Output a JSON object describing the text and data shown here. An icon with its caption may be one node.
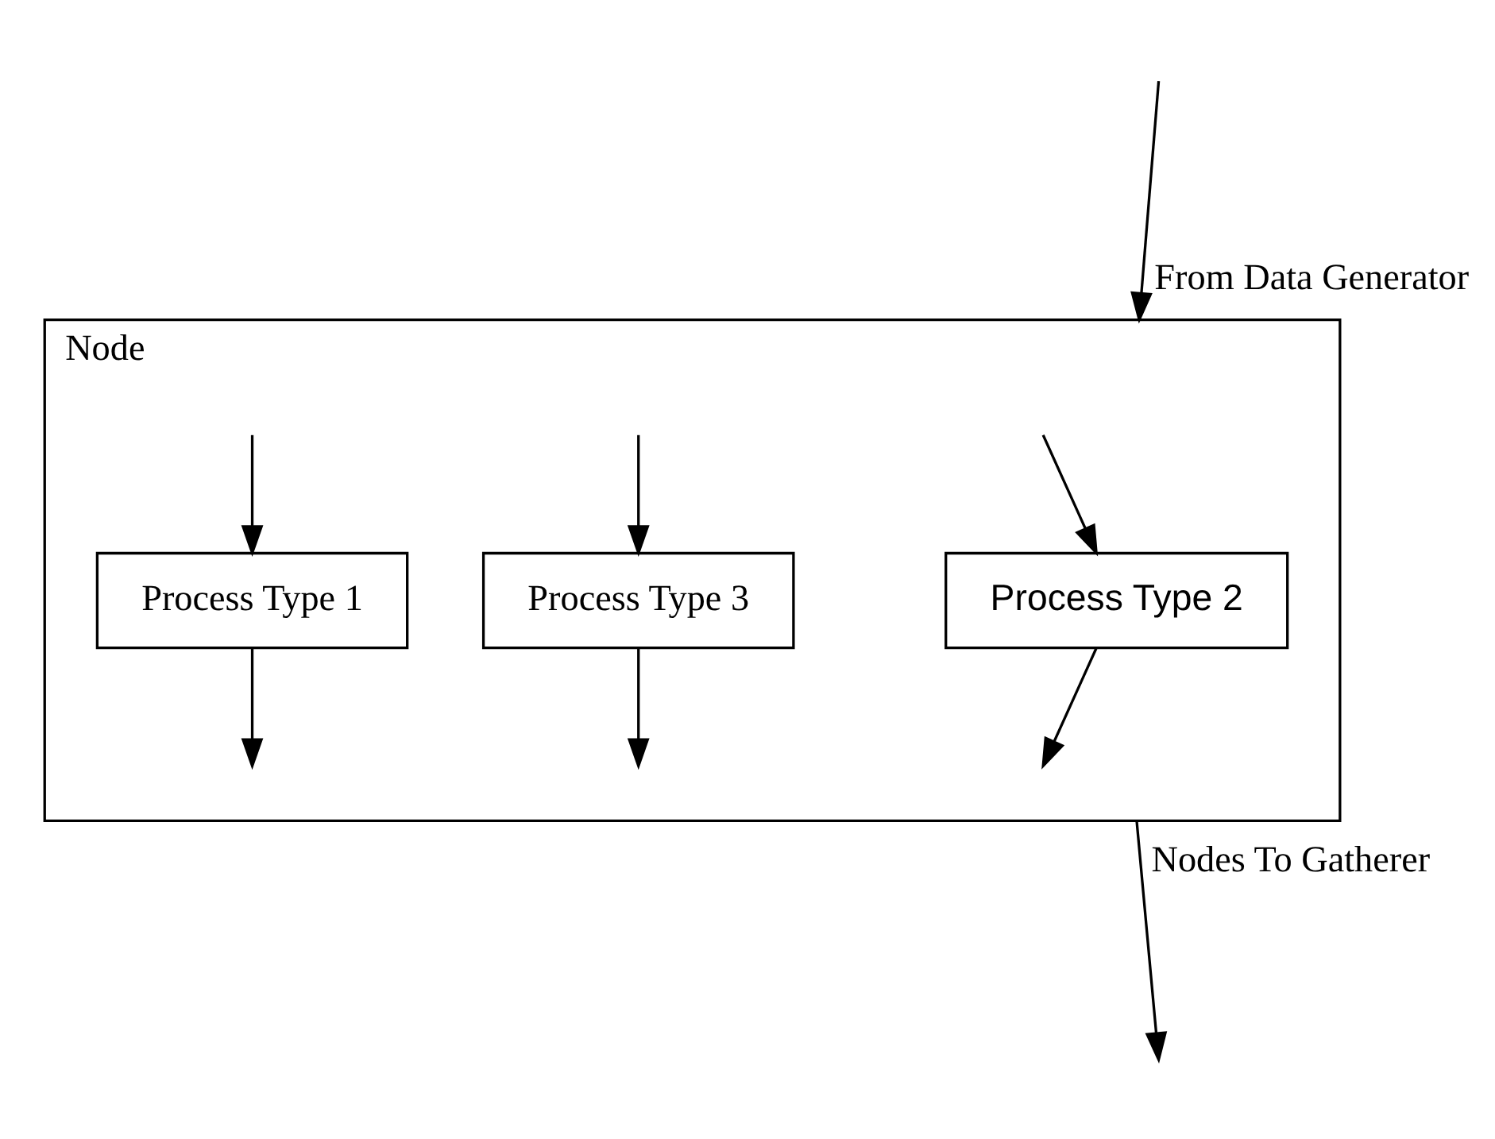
{
  "diagram": {
    "nodes": [
      {
        "text": [
          "Node"
        ]
      },
      {
        "text": [
          "Process Type 1"
        ],
        "in": 0
      },
      {
        "text": [
          "Process Type 2"
        ],
        "in": 0
      },
      {
        "text": [
          "Process Type 3"
        ],
        "in": 0
      }
    ],
    "edges": [
      {
        "from": null,
        "to": 0,
        "arrow": "to",
        "label": "From Data Generator"
      },
      {
        "from": null,
        "to": 1,
        "arrow": "to"
      },
      {
        "from": null,
        "to": 2,
        "arrow": "to"
      },
      {
        "from": null,
        "to": 3,
        "arrow": "to"
      },
      {
        "from": 1,
        "to": null,
        "arrow": "to"
      },
      {
        "from": 2,
        "to": null,
        "arrow": "to"
      },
      {
        "from": 3,
        "to": null,
        "arrow": "to"
      },
      {
        "from": 0,
        "to": null,
        "arrow": "to",
        "label": "Nodes To Gatherer"
      }
    ]
  }
}
